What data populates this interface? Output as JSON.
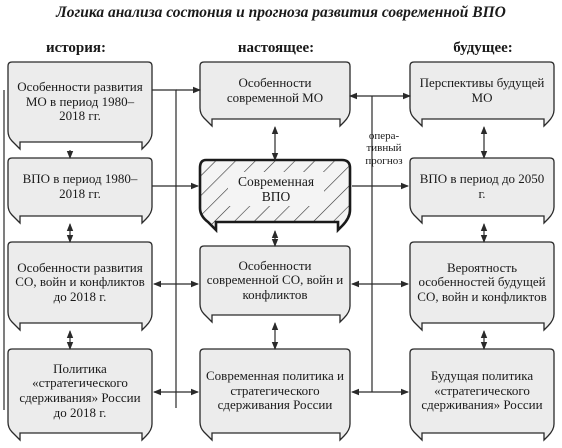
{
  "title": "Логика анализа состония и прогноза развития современной ВПО",
  "columns": {
    "history": "история:",
    "present": "настоящее:",
    "future": "будущее:"
  },
  "boxes": {
    "history": [
      "Особенности развития МО в период 1980–2018 гг.",
      "ВПО в период 1980–2018 гг.",
      "Особенности развития СО, войн и конфликтов до 2018 г.",
      "Политика «стратегического сдерживания» России до 2018 г."
    ],
    "present": [
      "Особенности современной МО",
      "Современная ВПО",
      "Особенности современной СО, войн и конфликтов",
      "Современная политика и стратегического сдерживания России"
    ],
    "future": [
      "Перспективы будущей МО",
      "ВПО в период до 2050 г.",
      "Вероятность особенностей будущей СО, войн и конфликтов",
      "Будущая политика «стратегического сдерживания» России"
    ]
  },
  "forecast_label": "опера- тивный прогноз",
  "colors": {
    "box_fill": "#ececec",
    "center_fill": "#f4f4f4",
    "stroke": "#2a2a2a",
    "hatch": "#333333"
  }
}
